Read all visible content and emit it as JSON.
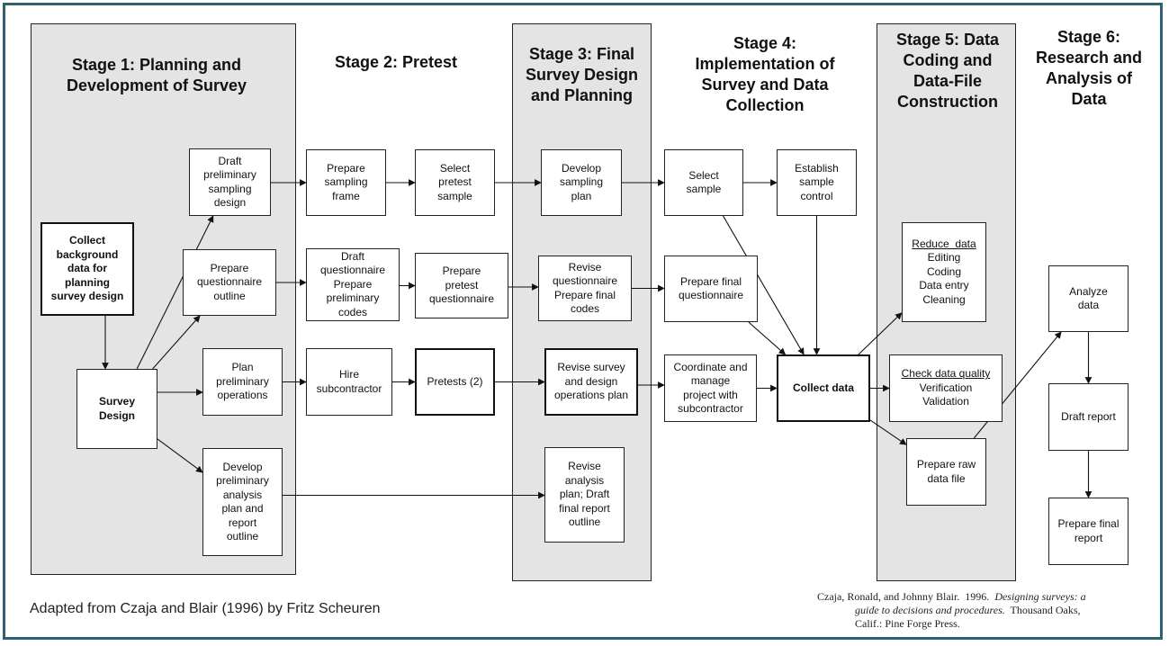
{
  "stages": [
    {
      "id": "s1",
      "title": [
        "Stage 1: Planning and",
        "Development of Survey"
      ]
    },
    {
      "id": "s2",
      "title": [
        "Stage 2: Pretest"
      ]
    },
    {
      "id": "s3",
      "title": [
        "Stage 3: Final",
        "Survey Design",
        "and Planning"
      ]
    },
    {
      "id": "s4",
      "title": [
        "Stage 4:",
        "Implementation of",
        "Survey and Data",
        "Collection"
      ]
    },
    {
      "id": "s5",
      "title": [
        "Stage 5: Data",
        "Coding and",
        "Data-File",
        "Construction"
      ]
    },
    {
      "id": "s6",
      "title": [
        "Stage 6:",
        "Research and",
        "Analysis of",
        "Data"
      ]
    }
  ],
  "nodes": [
    {
      "id": "collect-background",
      "lines": [
        "Collect",
        "background",
        "data for",
        "planning",
        "survey design"
      ]
    },
    {
      "id": "survey-design",
      "lines": [
        "Survey",
        "Design"
      ]
    },
    {
      "id": "draft-sampling-design",
      "lines": [
        "Draft",
        "preliminary",
        "sampling",
        "design"
      ]
    },
    {
      "id": "prepare-q-outline",
      "lines": [
        "Prepare",
        "questionnaire",
        "outline"
      ]
    },
    {
      "id": "plan-operations",
      "lines": [
        "Plan",
        "preliminary",
        "operations"
      ]
    },
    {
      "id": "develop-analysis-plan",
      "lines": [
        "Develop",
        "preliminary",
        "analysis",
        "plan and",
        "report",
        "outline"
      ]
    },
    {
      "id": "prepare-sampling-frame",
      "lines": [
        "Prepare",
        "sampling",
        "frame"
      ]
    },
    {
      "id": "select-pretest-sample",
      "lines": [
        "Select",
        "pretest",
        "sample"
      ]
    },
    {
      "id": "draft-questionnaire",
      "lines": [
        "Draft",
        "questionnaire",
        "Prepare",
        "preliminary",
        "codes"
      ]
    },
    {
      "id": "prepare-pretest-q",
      "lines": [
        "Prepare",
        "pretest",
        "questionnaire"
      ]
    },
    {
      "id": "hire-subcontractor",
      "lines": [
        "Hire",
        "subcontractor"
      ]
    },
    {
      "id": "pretests",
      "lines": [
        "Pretests (2)"
      ]
    },
    {
      "id": "develop-sampling-plan",
      "lines": [
        "Develop",
        "sampling",
        "plan"
      ]
    },
    {
      "id": "revise-questionnaire",
      "lines": [
        "Revise",
        "questionnaire",
        "Prepare final",
        "codes"
      ]
    },
    {
      "id": "revise-survey-design",
      "lines": [
        "Revise survey",
        "and design",
        "operations plan"
      ]
    },
    {
      "id": "revise-analysis-plan",
      "lines": [
        "Revise",
        "analysis",
        "plan; Draft",
        "final report",
        "outline"
      ]
    },
    {
      "id": "select-sample",
      "lines": [
        "Select",
        "sample"
      ]
    },
    {
      "id": "establish-sample-control",
      "lines": [
        "Establish",
        "sample",
        "control"
      ]
    },
    {
      "id": "prepare-final-q",
      "lines": [
        "Prepare final",
        "questionnaire"
      ]
    },
    {
      "id": "coordinate-manage",
      "lines": [
        "Coordinate and",
        "manage",
        "project with",
        "subcontractor"
      ]
    },
    {
      "id": "collect-data",
      "lines": [
        "Collect data"
      ]
    },
    {
      "id": "reduce-data",
      "lines": [
        "Reduce  data",
        "Editing",
        "Coding",
        "Data entry",
        "Cleaning"
      ]
    },
    {
      "id": "check-data-quality",
      "lines": [
        "Check data quality",
        "Verification",
        "Validation"
      ]
    },
    {
      "id": "prepare-raw-data",
      "lines": [
        "Prepare raw",
        "data file"
      ]
    },
    {
      "id": "analyze-data",
      "lines": [
        "Analyze",
        "data"
      ]
    },
    {
      "id": "draft-report",
      "lines": [
        "Draft report"
      ]
    },
    {
      "id": "prepare-final-report",
      "lines": [
        "Prepare final",
        "report"
      ]
    }
  ],
  "edges": [
    [
      "collect-background",
      "survey-design"
    ],
    [
      "survey-design",
      "draft-sampling-design"
    ],
    [
      "survey-design",
      "prepare-q-outline"
    ],
    [
      "survey-design",
      "plan-operations"
    ],
    [
      "survey-design",
      "develop-analysis-plan"
    ],
    [
      "draft-sampling-design",
      "prepare-sampling-frame"
    ],
    [
      "prepare-sampling-frame",
      "select-pretest-sample"
    ],
    [
      "select-pretest-sample",
      "develop-sampling-plan"
    ],
    [
      "develop-sampling-plan",
      "select-sample"
    ],
    [
      "select-sample",
      "establish-sample-control"
    ],
    [
      "prepare-q-outline",
      "draft-questionnaire"
    ],
    [
      "draft-questionnaire",
      "prepare-pretest-q"
    ],
    [
      "prepare-pretest-q",
      "revise-questionnaire"
    ],
    [
      "revise-questionnaire",
      "prepare-final-q"
    ],
    [
      "plan-operations",
      "hire-subcontractor"
    ],
    [
      "hire-subcontractor",
      "pretests"
    ],
    [
      "pretests",
      "revise-survey-design"
    ],
    [
      "revise-survey-design",
      "coordinate-manage"
    ],
    [
      "coordinate-manage",
      "collect-data"
    ],
    [
      "develop-analysis-plan",
      "revise-analysis-plan"
    ],
    [
      "select-sample",
      "collect-data"
    ],
    [
      "establish-sample-control",
      "collect-data"
    ],
    [
      "prepare-final-q",
      "collect-data"
    ],
    [
      "collect-data",
      "reduce-data"
    ],
    [
      "collect-data",
      "check-data-quality"
    ],
    [
      "collect-data",
      "prepare-raw-data"
    ],
    [
      "prepare-raw-data",
      "analyze-data"
    ],
    [
      "analyze-data",
      "draft-report"
    ],
    [
      "draft-report",
      "prepare-final-report"
    ]
  ],
  "credit_left": "Adapted from Czaja and Blair (1996) by Fritz Scheuren",
  "citation": {
    "authors": "Czaja, Ronald, and Johnny Blair.  1996.  ",
    "title_a": "Designing surveys:  a",
    "title_b": "guide to decisions and procedures.",
    "pub_a": "  Thousand Oaks,",
    "pub_b": "Calif.:  Pine Forge Press."
  }
}
